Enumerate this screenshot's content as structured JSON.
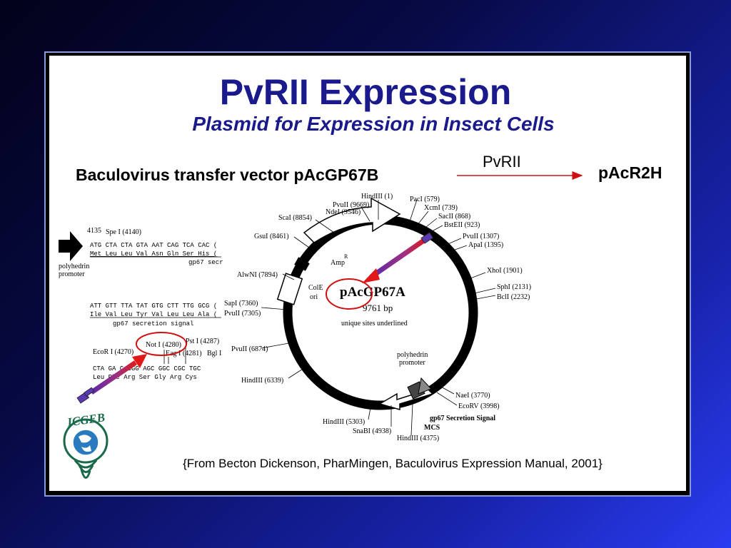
{
  "slide": {
    "title": "PvRII Expression",
    "subtitle": "Plasmid for Expression in Insect Cells",
    "vector_label": "Baculovirus transfer vector pAcGP67B",
    "enzyme_label": "PvRII",
    "product_label": "pAcR2H",
    "citation": "{From Becton Dickenson, PharMingen, Baculovirus Expression Manual, 2001}"
  },
  "plasmid": {
    "name": "pAcGP67A",
    "size": "9761 bp",
    "note": "unique sites underlined",
    "features": {
      "amp": "Amp",
      "amp_sup": "R",
      "cole1": "ColE",
      "ori": "ori",
      "polyhedrin": "polyhedrin",
      "promoter": "promoter",
      "gp67": "gp67  Secretion  Signal",
      "mcs": "MCS"
    },
    "sites": [
      "HindIII (1)",
      "PvuII (9669)",
      "NdeI (9546)",
      "ScaI (8854)",
      "GsuI (8461)",
      "AlwNI (7894)",
      "SapI (7360)",
      "PvuII (7305)",
      "PvuII (6874)",
      "HindIII (6339)",
      "HindIII (5303)",
      "SnaBI (4938)",
      "HindIII (4375)",
      "PacI (579)",
      "XcmI (739)",
      "SacII (868)",
      "BstEII (923)",
      "PvuII (1307)",
      "ApaI (1395)",
      "XhoI (1901)",
      "SphI (2131)",
      "BclI (2232)",
      "NaeI (3770)",
      "EcoRV (3998)"
    ]
  },
  "sequence": {
    "n4135": "4135",
    "spe": "Spe I  (4140)",
    "row1": "ATG CTA CTA GTA AAT CAG TCA CAC (",
    "row1aa": "Met Leu Leu Val Asn Gln Ser His (",
    "gp67sec": "gp67 secr",
    "polyhedrin": "polyhedrin",
    "promoter": "promoter",
    "row2": "ATT GTT TTA TAT GTG CTT TTG GCG (",
    "row2aa": "Ile Val Leu Tyr Val Leu Leu Ala (",
    "gp67signal": "gp67 secretion signal",
    "ecor": "EcoR I  (4270)",
    "not": "Not I  (4280)",
    "eag": "Eag I  (4281)",
    "pst": "Pst I  (4287)",
    "bgl": "Bgl I",
    "row3": "CTA GA   C CGG AGC GGC CGC TGC",
    "row3aa": "Leu     Phe Arg Ser Gly Arg Cys"
  },
  "logo": {
    "text": "ICGEB"
  }
}
